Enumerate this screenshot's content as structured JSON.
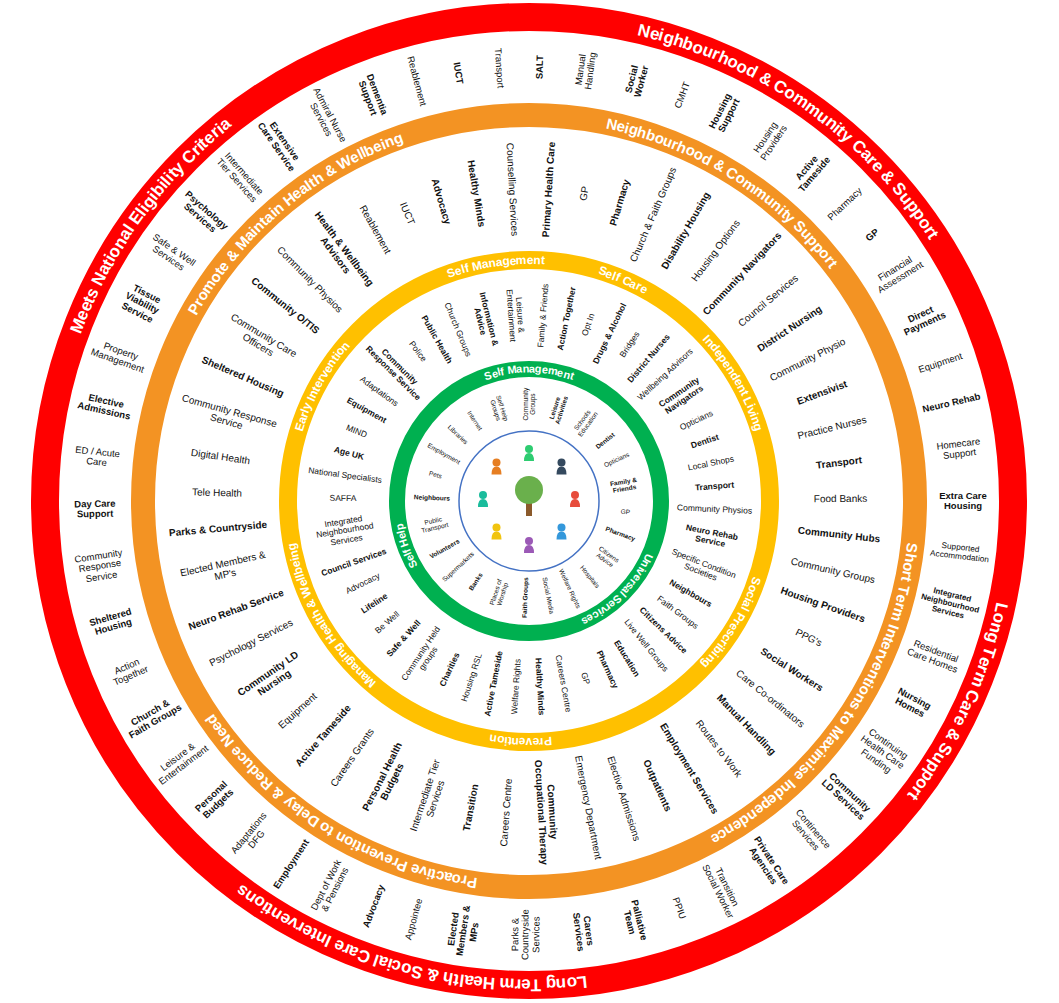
{
  "diagram": {
    "nodes": [
      {
        "text": [
          "Meets National Eligibility Criteria",
          "Neighbourhood & Community Care & Support",
          "Long Term Care & Support",
          "Long Term Health & Social Care Interventions",
          "Admiral Nurse Services",
          "Dementia Support",
          "Reablement",
          "IUCT",
          "Transport",
          "SALT",
          "Manual Handling",
          "Social Worker",
          "CMHT",
          "Housing Support",
          "Housing Providers",
          "Active Tameside",
          "Pharmacy",
          "GP",
          "Financial Assessment",
          "Direct Payments",
          "Equipment",
          "Neuro Rehab",
          "Homecare Support",
          "Extra Care Housing",
          "Supported Accommodation",
          "Integrated Neighbourhood Services",
          "Residential Care Homes",
          "Nursing Homes",
          "Continuing Health Care Funding",
          "Community LD Services",
          "Continence Services",
          "Private Care Agencies",
          "Transition Social Worker",
          "PPIU",
          "Palliative Team",
          "Carers Services",
          "Parks & Countryside Services",
          "Elected Members & MPs",
          "Appointee",
          "Advocacy",
          "Dept of Work & Pensions",
          "Employment",
          "Adaptations DFG",
          "Personal Budgets",
          "Leisure & Entertainment",
          "Church & Faith Groups",
          "Action Together",
          "Sheltered Housing",
          "Community Response Service",
          "Day Care Support",
          "ED / Acute Care",
          "Elective Admissions",
          "Property Management",
          "Tissue Viability Service",
          "Safe & Well Services",
          "Psychology Services",
          "Intermediate Tier Services",
          "Extensive Care Service"
        ]
      },
      {
        "text": [
          "Promote & Maintain Health & Wellbeing",
          "Neighbourhood & Community Support",
          "Short Term Interventions to Maximise Independence",
          "Proactive Prevention to Delay & Reduce Need",
          "Counselling Services",
          "Primary Health Care",
          "GP",
          "Pharmacy",
          "Church & Faith Groups",
          "Disability Housing",
          "Housing Options",
          "Community Navigators",
          "Council Services",
          "District Nursing",
          "Community Physio",
          "Extensivist",
          "Practice Nurses",
          "Transport",
          "Food Banks",
          "Community Hubs",
          "Community Groups",
          "Housing Providers",
          "PPG's",
          "Social Workers",
          "Care Co-ordinators",
          "Manual Handling",
          "Routes to Work",
          "Employment Services",
          "Outpatients",
          "Elective Admissions",
          "Emergency Department",
          "Community Occupational Therapy",
          "Careers Centre",
          "Transition",
          "Intermediate Tier Services",
          "Personal Health Budgets",
          "Careers Grants",
          "Active Tameside",
          "Equipment",
          "Community LD Nursing",
          "Psychology Services",
          "Neuro Rehab Service",
          "Elected Members & MP's",
          "Parks & Countryside",
          "Tele Health",
          "Digital Health",
          "Community Response Service",
          "Sheltered Housing",
          "Community Care Officers",
          "Community O/TIS",
          "Community Physios",
          "Health & Wellbeing Advisors",
          "Reablement",
          "IUCT",
          "Advocacy",
          "Healthy Minds"
        ],
        "in": 0
      },
      {
        "text": [
          "Self Management",
          "Self Care",
          "Independent Living",
          "Social Prescribing",
          "Prevention",
          "Managing Health & Wellbeing",
          "Early Intervention",
          "Information & Advice",
          "Leisure & Entertainment",
          "Family & Friends",
          "Action Together",
          "Opt In",
          "Drugs & Alcohol",
          "Bridges",
          "District Nurses",
          "Wellbeing Advisors",
          "Community Navigators",
          "Opticians",
          "Dentist",
          "Local Shops",
          "Transport",
          "Community Physios",
          "Neuro Rehab Service",
          "Specific Condition Societies",
          "Neighbours",
          "Faith Groups",
          "Citizens Advice",
          "Live Well Groups",
          "Education",
          "Pharmacy",
          "GP",
          "Careers Centre",
          "Healthy Minds",
          "Welfare Rights",
          "Active Tameside",
          "Housing RSL",
          "Charities",
          "Community Held groups",
          "Safe & Well",
          "Be Well",
          "Lifeline",
          "Advocacy",
          "Council Services",
          "Integrated Neighbourhood Services",
          "SAFFA",
          "National Specialists",
          "Age UK",
          "MIND",
          "Equipment",
          "Adaptations",
          "Community Response Service",
          "Police",
          "Public Health",
          "Church Groups"
        ],
        "in": 1
      },
      {
        "text": [
          "Self Management",
          "Universal Services",
          "Self Help",
          "Community Groups",
          "Leisure Activities",
          "Schools Education",
          "Dentist",
          "Opticians",
          "Family & Friends",
          "GP",
          "Pharmacy",
          "Citizens Advice",
          "Hospitals",
          "Welfare Rights",
          "Social Media",
          "Faith Groups",
          "Places of Worship",
          "Banks",
          "Supermarkets",
          "Volunteers",
          "Public Transport",
          "Neighbours",
          "Pets",
          "Employment",
          "Libraries",
          "Internet",
          "Self Help Groups"
        ],
        "in": 2
      }
    ]
  }
}
